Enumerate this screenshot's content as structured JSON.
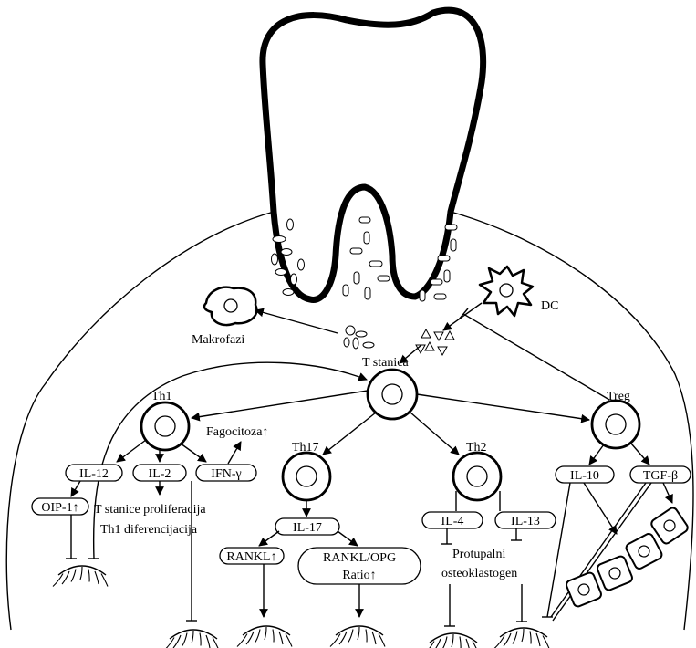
{
  "labels": {
    "dc": "DC",
    "makrofazi": "Makrofazi",
    "t_stanica": "T stanica",
    "th1": "Th1",
    "th17": "Th17",
    "th2": "Th2",
    "treg": "Treg",
    "fagocitoza": "Fagocitoza↑",
    "il12": "IL-12",
    "il2": "IL-2",
    "ifn": "IFN-γ",
    "oip": "OIP-1↑",
    "prolif_1": "T stanice proliferacija",
    "prolif_2": "Th1 diferencijacija",
    "il17": "IL-17",
    "rankl": "RANKL↑",
    "ratio_1": "RANKL/OPG",
    "ratio_2": "Ratio↑",
    "il4": "IL-4",
    "il13": "IL-13",
    "protu_1": "Protupalni",
    "protu_2": "osteoklastogen",
    "il10": "IL-10",
    "tgfb": "TGF-β"
  }
}
